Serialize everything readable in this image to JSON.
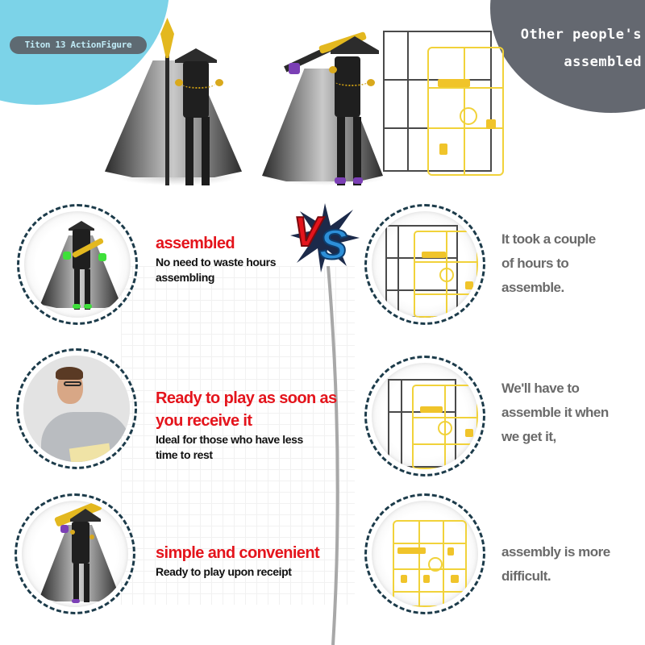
{
  "header": {
    "brand_label": "Titon 13 ActionFigure",
    "competitor_title_line1": "Other people's",
    "competitor_title_line2": "assembled"
  },
  "vs_badge": {
    "left_letter": "V",
    "right_letter": "S",
    "left_color": "#e4141c",
    "right_color": "#2d8fd8"
  },
  "hero_images": [
    {
      "name": "figure-with-spear",
      "description": "Black cloaked figure holding golden spear"
    },
    {
      "name": "figure-with-sword",
      "description": "Black cloaked figure with purple hands and golden sword"
    },
    {
      "name": "unassembled-sprue",
      "description": "Grey and yellow plastic parts runner"
    }
  ],
  "features": [
    {
      "title": "assembled",
      "description": "No need to waste hours assembling",
      "image": "assembled-figure-green"
    },
    {
      "title": "Ready to play as soon as you receive it",
      "description": "Ideal for those who have less time to rest",
      "image": "frustrated-man-with-parts"
    },
    {
      "title": "simple and convenient",
      "description": "Ready to play upon receipt",
      "image": "assembled-figure-purple"
    }
  ],
  "competitor_points": [
    {
      "text_lines": [
        "It took a couple",
        "of hours to",
        "assemble."
      ],
      "image": "grey-yellow-sprue"
    },
    {
      "text_lines": [
        "We'll have to",
        "assemble it when",
        "we get it,"
      ],
      "image": "grey-yellow-sprue-2"
    },
    {
      "text_lines": [
        "assembly is more",
        "difficult."
      ],
      "image": "yellow-sprue"
    }
  ],
  "colors": {
    "accent_red": "#e4141c",
    "blob_blue": "#7cd3e8",
    "blob_grey": "#646870",
    "dashed_ring": "#1c3b4a",
    "muted_text": "#6a6a6a",
    "sprue_yellow": "#f1d23a"
  }
}
